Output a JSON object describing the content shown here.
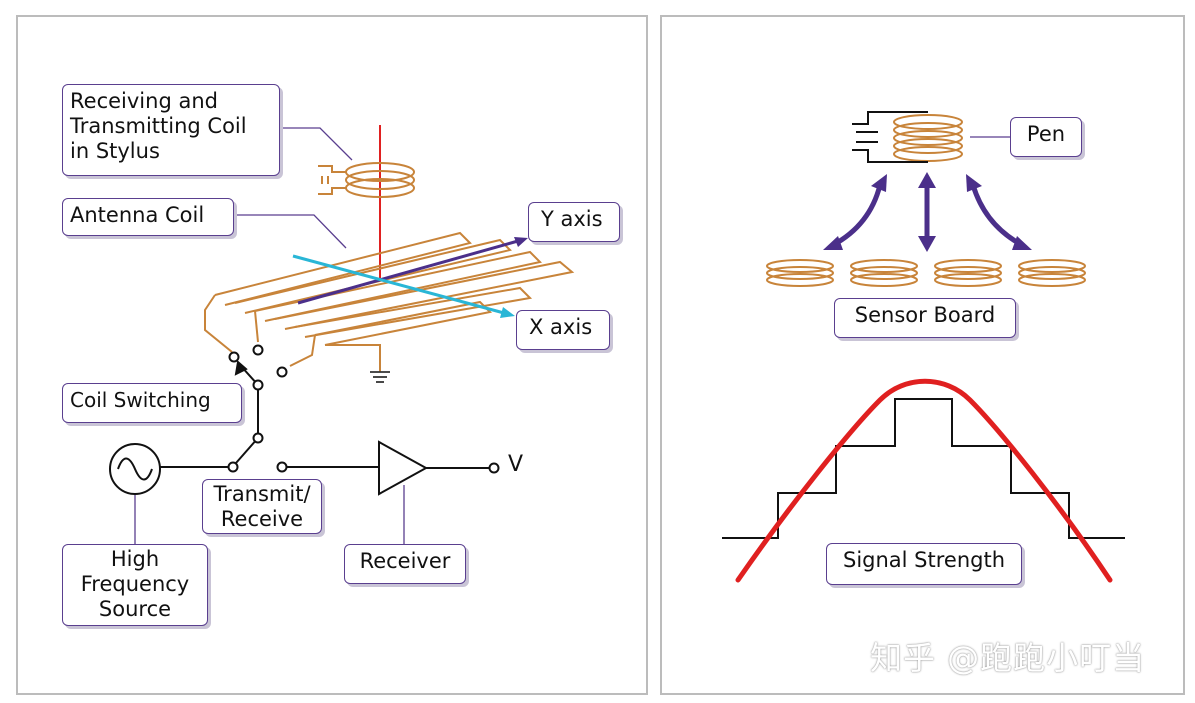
{
  "left": {
    "stylus_coil_label": [
      "Receiving and",
      "Transmitting Coil",
      "in Stylus"
    ],
    "antenna_coil_label": "Antenna Coil",
    "y_axis_label": "Y  axis",
    "x_axis_label": "X  axis",
    "coil_switching_label": "Coil Switching",
    "transmit_receive_label": [
      "Transmit/",
      "Receive"
    ],
    "hf_source_label": [
      "High",
      "Frequency",
      "Source"
    ],
    "receiver_label": "Receiver",
    "output_label": "V"
  },
  "right": {
    "pen_label": "Pen",
    "sensor_board_label": "Sensor  Board",
    "signal_strength_label": "Signal  Strength"
  },
  "watermark": "知乎 @跑跑小叮当",
  "colors": {
    "coil": "#c8843a",
    "arrow": "#4b2f8a",
    "signal_curve": "#e02020",
    "x_axis": "#29b6d6",
    "stylus_axis": "#e02020",
    "box_border": "#5a3f8f"
  },
  "icons": [
    "sine-wave-source-icon",
    "amplifier-triangle-icon",
    "ground-icon",
    "switch-icon"
  ]
}
